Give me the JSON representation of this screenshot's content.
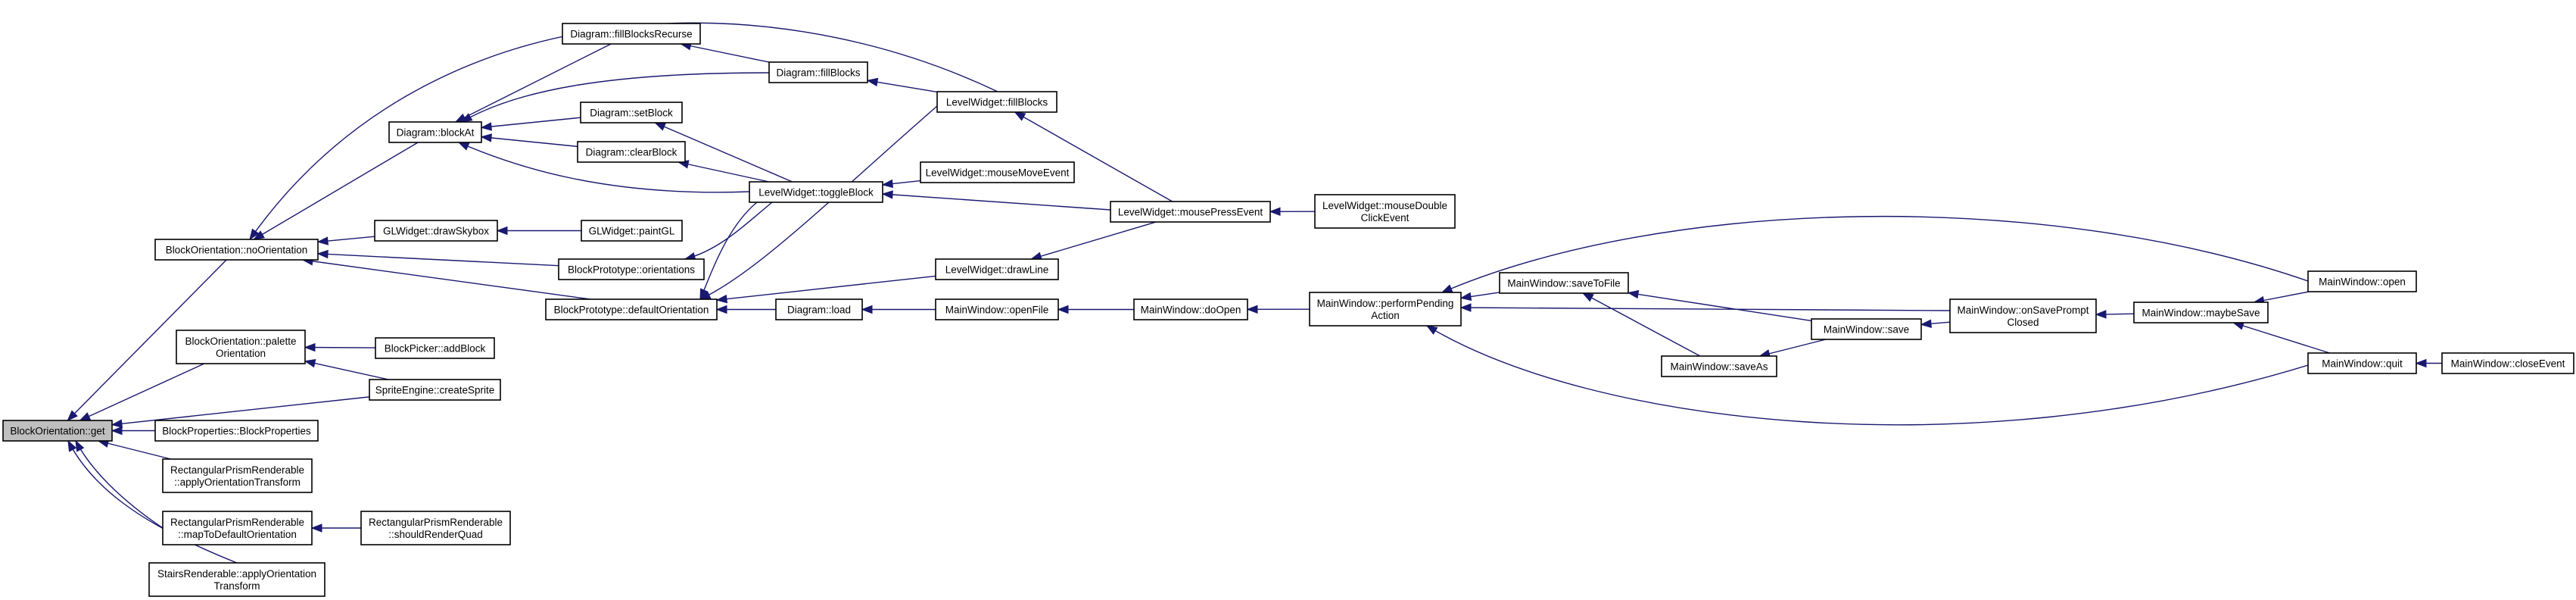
{
  "nodes": [
    {
      "id": "BlockOrientation_get",
      "lines": [
        "BlockOrientation::get"
      ],
      "root": true
    },
    {
      "id": "BlockOrientation_noOrientation",
      "lines": [
        "BlockOrientation::noOrientation"
      ]
    },
    {
      "id": "BlockOrientation_paletteOrientation",
      "lines": [
        "BlockOrientation::palette",
        "Orientation"
      ]
    },
    {
      "id": "SpriteEngine_createSprite",
      "lines": [
        "SpriteEngine::createSprite"
      ]
    },
    {
      "id": "BlockProperties_BlockProperties",
      "lines": [
        "BlockProperties::BlockProperties"
      ]
    },
    {
      "id": "RPR_applyOrientationTransform",
      "lines": [
        "RectangularPrismRenderable",
        "::applyOrientationTransform"
      ]
    },
    {
      "id": "RPR_mapToDefaultOrientation",
      "lines": [
        "RectangularPrismRenderable",
        "::mapToDefaultOrientation"
      ]
    },
    {
      "id": "StairsRenderable_applyOrientationTransform",
      "lines": [
        "StairsRenderable::applyOrientation",
        "Transform"
      ]
    },
    {
      "id": "RPR_shouldRenderQuad",
      "lines": [
        "RectangularPrismRenderable",
        "::shouldRenderQuad"
      ]
    },
    {
      "id": "BlockPicker_addBlock",
      "lines": [
        "BlockPicker::addBlock"
      ]
    },
    {
      "id": "Diagram_blockAt",
      "lines": [
        "Diagram::blockAt"
      ]
    },
    {
      "id": "GLWidget_drawSkybox",
      "lines": [
        "GLWidget::drawSkybox"
      ]
    },
    {
      "id": "BlockPrototype_orientations",
      "lines": [
        "BlockPrototype::orientations"
      ]
    },
    {
      "id": "BlockPrototype_defaultOrientation",
      "lines": [
        "BlockPrototype::defaultOrientation"
      ]
    },
    {
      "id": "Diagram_fillBlocksRecurse",
      "lines": [
        "Diagram::fillBlocksRecurse"
      ]
    },
    {
      "id": "Diagram_fillBlocks",
      "lines": [
        "Diagram::fillBlocks"
      ]
    },
    {
      "id": "Diagram_setBlock",
      "lines": [
        "Diagram::setBlock"
      ]
    },
    {
      "id": "Diagram_clearBlock",
      "lines": [
        "Diagram::clearBlock"
      ]
    },
    {
      "id": "GLWidget_paintGL",
      "lines": [
        "GLWidget::paintGL"
      ]
    },
    {
      "id": "LevelWidget_toggleBlock",
      "lines": [
        "LevelWidget::toggleBlock"
      ]
    },
    {
      "id": "Diagram_load",
      "lines": [
        "Diagram::load"
      ]
    },
    {
      "id": "LevelWidget_fillBlocks",
      "lines": [
        "LevelWidget::fillBlocks"
      ]
    },
    {
      "id": "LevelWidget_mouseMoveEvent",
      "lines": [
        "LevelWidget::mouseMoveEvent"
      ]
    },
    {
      "id": "LevelWidget_drawLine",
      "lines": [
        "LevelWidget::drawLine"
      ]
    },
    {
      "id": "MainWindow_openFile",
      "lines": [
        "MainWindow::openFile"
      ]
    },
    {
      "id": "LevelWidget_mousePressEvent",
      "lines": [
        "LevelWidget::mousePressEvent"
      ]
    },
    {
      "id": "MainWindow_doOpen",
      "lines": [
        "MainWindow::doOpen"
      ]
    },
    {
      "id": "LevelWidget_mouseDoubleClickEvent",
      "lines": [
        "LevelWidget::mouseDouble",
        "ClickEvent"
      ]
    },
    {
      "id": "MainWindow_performPendingAction",
      "lines": [
        "MainWindow::performPending",
        "Action"
      ]
    },
    {
      "id": "MainWindow_saveToFile",
      "lines": [
        "MainWindow::saveToFile"
      ]
    },
    {
      "id": "MainWindow_saveAs",
      "lines": [
        "MainWindow::saveAs"
      ]
    },
    {
      "id": "MainWindow_save",
      "lines": [
        "MainWindow::save"
      ]
    },
    {
      "id": "MainWindow_onSavePromptClosed",
      "lines": [
        "MainWindow::onSavePrompt",
        "Closed"
      ]
    },
    {
      "id": "MainWindow_maybeSave",
      "lines": [
        "MainWindow::maybeSave"
      ]
    },
    {
      "id": "MainWindow_open",
      "lines": [
        "MainWindow::open"
      ]
    },
    {
      "id": "MainWindow_quit",
      "lines": [
        "MainWindow::quit"
      ]
    },
    {
      "id": "MainWindow_closeEvent",
      "lines": [
        "MainWindow::closeEvent"
      ]
    }
  ],
  "edges": [
    {
      "callee": "BlockOrientation_get",
      "caller": "BlockOrientation_noOrientation"
    },
    {
      "callee": "BlockOrientation_get",
      "caller": "BlockOrientation_paletteOrientation"
    },
    {
      "callee": "BlockOrientation_get",
      "caller": "SpriteEngine_createSprite"
    },
    {
      "callee": "BlockOrientation_get",
      "caller": "BlockProperties_BlockProperties"
    },
    {
      "callee": "BlockOrientation_get",
      "caller": "RPR_applyOrientationTransform"
    },
    {
      "callee": "BlockOrientation_get",
      "caller": "RPR_mapToDefaultOrientation"
    },
    {
      "callee": "BlockOrientation_get",
      "caller": "StairsRenderable_applyOrientationTransform"
    },
    {
      "callee": "RPR_mapToDefaultOrientation",
      "caller": "RPR_shouldRenderQuad"
    },
    {
      "callee": "BlockOrientation_paletteOrientation",
      "caller": "BlockPicker_addBlock"
    },
    {
      "callee": "BlockOrientation_paletteOrientation",
      "caller": "SpriteEngine_createSprite"
    },
    {
      "callee": "BlockOrientation_noOrientation",
      "caller": "Diagram_blockAt"
    },
    {
      "callee": "BlockOrientation_noOrientation",
      "caller": "GLWidget_drawSkybox"
    },
    {
      "callee": "BlockOrientation_noOrientation",
      "caller": "BlockPrototype_orientations"
    },
    {
      "callee": "BlockOrientation_noOrientation",
      "caller": "BlockPrototype_defaultOrientation"
    },
    {
      "callee": "BlockOrientation_noOrientation",
      "caller": "LevelWidget_fillBlocks"
    },
    {
      "callee": "Diagram_blockAt",
      "caller": "Diagram_fillBlocksRecurse"
    },
    {
      "callee": "Diagram_blockAt",
      "caller": "Diagram_fillBlocks"
    },
    {
      "callee": "Diagram_blockAt",
      "caller": "Diagram_setBlock"
    },
    {
      "callee": "Diagram_blockAt",
      "caller": "Diagram_clearBlock"
    },
    {
      "callee": "Diagram_blockAt",
      "caller": "LevelWidget_toggleBlock"
    },
    {
      "callee": "Diagram_fillBlocksRecurse",
      "caller": "Diagram_fillBlocks"
    },
    {
      "callee": "Diagram_fillBlocks",
      "caller": "LevelWidget_fillBlocks"
    },
    {
      "callee": "Diagram_setBlock",
      "caller": "LevelWidget_toggleBlock"
    },
    {
      "callee": "Diagram_clearBlock",
      "caller": "LevelWidget_toggleBlock"
    },
    {
      "callee": "GLWidget_drawSkybox",
      "caller": "GLWidget_paintGL"
    },
    {
      "callee": "BlockPrototype_orientations",
      "caller": "LevelWidget_toggleBlock"
    },
    {
      "callee": "BlockPrototype_defaultOrientation",
      "caller": "LevelWidget_toggleBlock"
    },
    {
      "callee": "BlockPrototype_defaultOrientation",
      "caller": "LevelWidget_fillBlocks"
    },
    {
      "callee": "BlockPrototype_defaultOrientation",
      "caller": "LevelWidget_drawLine"
    },
    {
      "callee": "BlockPrototype_defaultOrientation",
      "caller": "Diagram_load"
    },
    {
      "callee": "LevelWidget_toggleBlock",
      "caller": "LevelWidget_mouseMoveEvent"
    },
    {
      "callee": "LevelWidget_toggleBlock",
      "caller": "LevelWidget_mousePressEvent"
    },
    {
      "callee": "LevelWidget_fillBlocks",
      "caller": "LevelWidget_mousePressEvent"
    },
    {
      "callee": "LevelWidget_drawLine",
      "caller": "LevelWidget_mousePressEvent"
    },
    {
      "callee": "LevelWidget_mousePressEvent",
      "caller": "LevelWidget_mouseDoubleClickEvent"
    },
    {
      "callee": "Diagram_load",
      "caller": "MainWindow_openFile"
    },
    {
      "callee": "MainWindow_openFile",
      "caller": "MainWindow_doOpen"
    },
    {
      "callee": "MainWindow_doOpen",
      "caller": "MainWindow_performPendingAction"
    },
    {
      "callee": "MainWindow_performPendingAction",
      "caller": "MainWindow_open"
    },
    {
      "callee": "MainWindow_performPendingAction",
      "caller": "MainWindow_onSavePromptClosed"
    },
    {
      "callee": "MainWindow_performPendingAction",
      "caller": "MainWindow_saveToFile"
    },
    {
      "callee": "MainWindow_performPendingAction",
      "caller": "MainWindow_quit"
    },
    {
      "callee": "MainWindow_saveToFile",
      "caller": "MainWindow_save"
    },
    {
      "callee": "MainWindow_saveToFile",
      "caller": "MainWindow_saveAs"
    },
    {
      "callee": "MainWindow_saveAs",
      "caller": "MainWindow_save"
    },
    {
      "callee": "MainWindow_save",
      "caller": "MainWindow_onSavePromptClosed"
    },
    {
      "callee": "MainWindow_onSavePromptClosed",
      "caller": "MainWindow_maybeSave"
    },
    {
      "callee": "MainWindow_maybeSave",
      "caller": "MainWindow_open"
    },
    {
      "callee": "MainWindow_maybeSave",
      "caller": "MainWindow_quit"
    },
    {
      "callee": "MainWindow_quit",
      "caller": "MainWindow_closeEvent"
    }
  ],
  "colors": {
    "edge": "#191970",
    "node_fill": "#ffffff",
    "root_fill": "#bfbfbf",
    "node_border": "#000000"
  }
}
